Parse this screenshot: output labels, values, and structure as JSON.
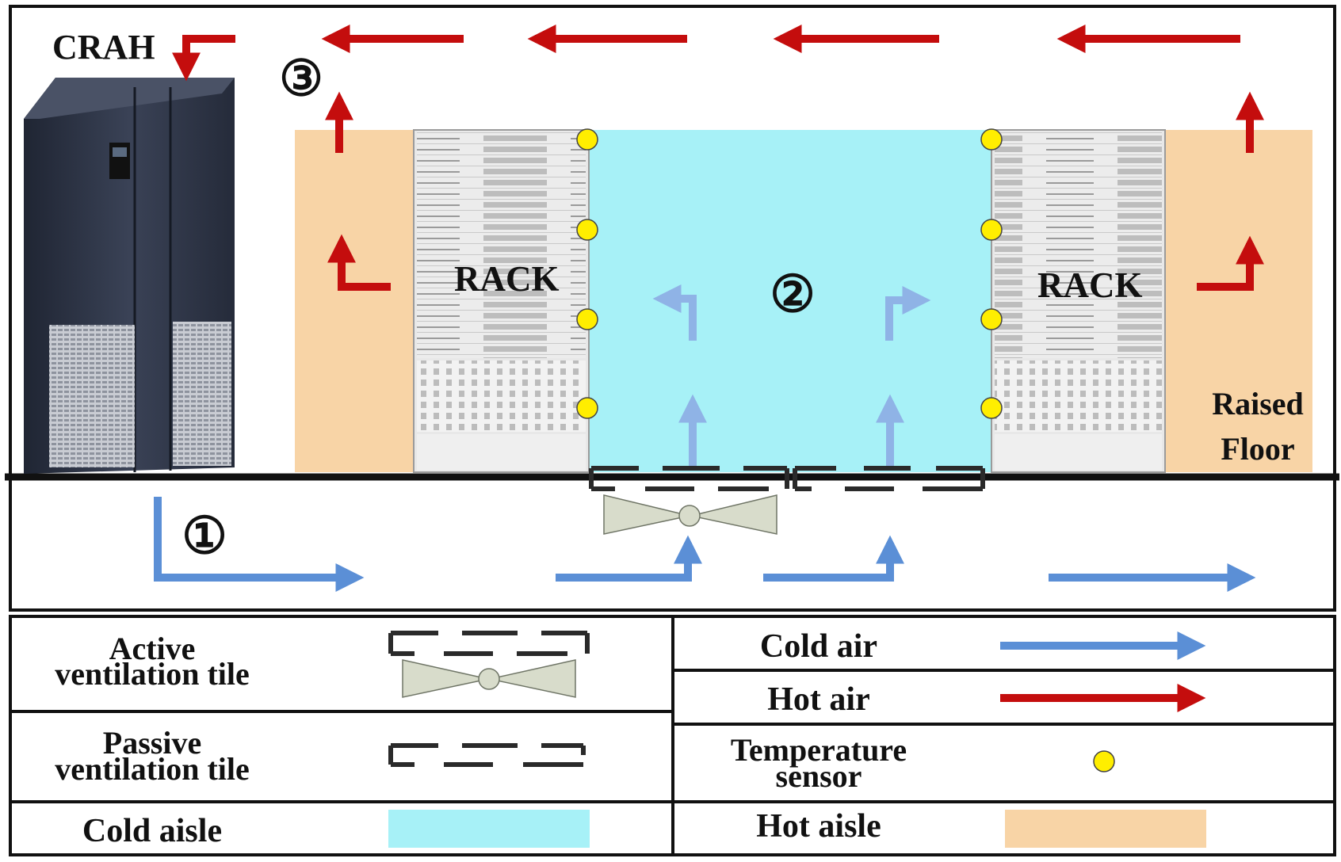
{
  "labels": {
    "crah": "CRAH",
    "rack_left": "RACK",
    "rack_right": "RACK",
    "raised_floor_line1": "Raised",
    "raised_floor_line2": "Floor",
    "marker_1": "①",
    "marker_2": "②",
    "marker_3": "③"
  },
  "legend": {
    "active_tile_line1": "Active",
    "active_tile_line2": "ventilation tile",
    "passive_tile_line1": "Passive",
    "passive_tile_line2": "ventilation tile",
    "cold_aisle": "Cold aisle",
    "cold_air": "Cold air",
    "hot_air": "Hot air",
    "sensor_line1": "Temperature",
    "sensor_line2": "sensor",
    "hot_aisle": "Hot aisle"
  },
  "colors": {
    "cold_air": "#5b8fd6",
    "hot_air": "#c40d0d",
    "cold_aisle": "#a7f1f7",
    "hot_aisle": "#f8d4a6",
    "sensor": "#ffee00",
    "crah_body": "#2c3344",
    "rack_face": "#e4e4e4",
    "fan": "#d8dccb"
  }
}
